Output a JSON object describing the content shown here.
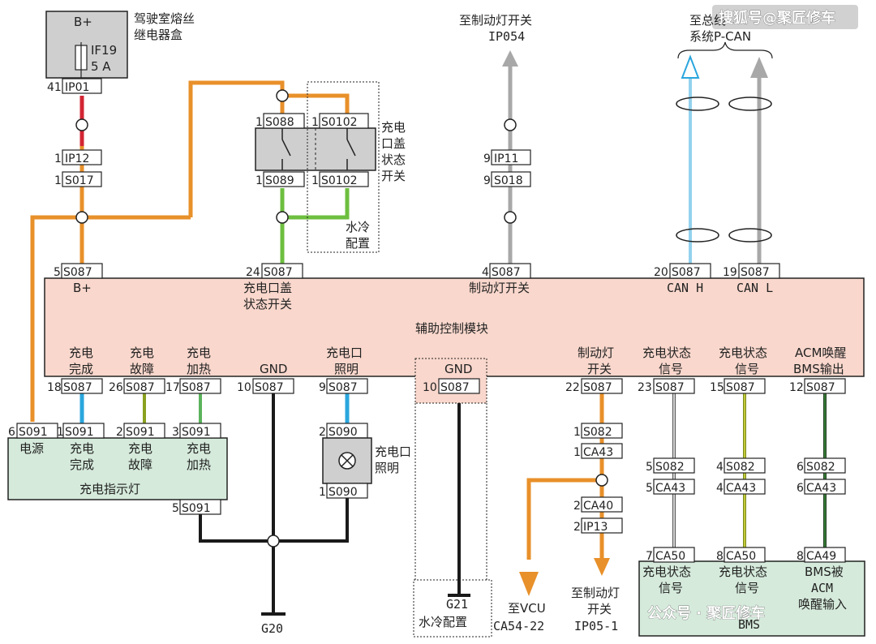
{
  "watermark_top": "搜狐号@聚匠修车",
  "watermark_bottom": "公众号 · 聚匠修车",
  "fuse_box": {
    "power": "B+",
    "fuse": "IF19",
    "rating": "5 A",
    "label1": "驾驶室熔丝",
    "label2": "继电器盒"
  },
  "top_labels": {
    "brake_line1": "至制动灯开关",
    "brake_line2": "IP054",
    "can_line1": "至总线",
    "can_line2": "系统P-CAN"
  },
  "switch": {
    "label": [
      "充电",
      "口盖",
      "状态",
      "开关"
    ],
    "water_cool": [
      "水冷",
      "配置"
    ]
  },
  "module": {
    "title": "辅助控制模块",
    "top_pins": {
      "bplus": "B+",
      "lid1": "充电口盖",
      "lid2": "状态开关",
      "brake": "制动灯开关",
      "canh": "CAN H",
      "canl": "CAN L"
    },
    "bottom_pins": {
      "complete": [
        "充电",
        "完成"
      ],
      "fault": [
        "充电",
        "故障"
      ],
      "heat": [
        "充电",
        "加热"
      ],
      "gnd1": "GND",
      "light": [
        "充电口",
        "照明"
      ],
      "gnd2": "GND",
      "brake": [
        "制动灯",
        "开关"
      ],
      "state1": [
        "充电状态",
        "信号"
      ],
      "state2": [
        "充电状态",
        "信号"
      ],
      "acm": [
        "ACM唤醒",
        "BMS输出"
      ]
    }
  },
  "connectors": {
    "p41": "41",
    "IP01": "IP01",
    "p1a": "1",
    "IP12": "IP12",
    "p1b": "1",
    "S017": "S017",
    "p1c": "1",
    "S088a": "S088",
    "p1d": "1",
    "S0102a": "S0102",
    "p1e": "1",
    "S089": "S089",
    "p1f": "1",
    "S0102b": "S0102",
    "p9a": "9",
    "IP11": "IP11",
    "p9b": "9",
    "S018": "S018",
    "p5": "5",
    "p24": "24",
    "p4": "4",
    "p20": "20",
    "p19": "19",
    "S087": "S087",
    "p18": "18",
    "p26": "26",
    "p17": "17",
    "p10a": "10",
    "p9c": "9",
    "p10b": "10",
    "p22": "22",
    "p23": "23",
    "p15": "15",
    "p12": "12",
    "p6": "6",
    "S091": "S091",
    "p1g": "1",
    "p2a": "2",
    "p3": "3",
    "p2b": "2",
    "S090": "S090",
    "p1h": "1",
    "p5b": "5",
    "p1i": "1",
    "S082": "S082",
    "p1j": "1",
    "CA43": "CA43",
    "p2c": "2",
    "CA40": "CA40",
    "p2d": "2",
    "IP13": "IP13",
    "p5c": "5",
    "p4b": "4",
    "p6b": "6",
    "p5d": "5",
    "p4c": "4",
    "p6c": "6",
    "p7": "7",
    "CA50": "CA50",
    "p8": "8",
    "p8b": "8",
    "CA49": "CA49"
  },
  "indicator": {
    "title": "充电指示灯",
    "power": "电源",
    "complete": [
      "充电",
      "完成"
    ],
    "fault": [
      "充电",
      "故障"
    ],
    "heat": [
      "充电",
      "加热"
    ]
  },
  "lamp": [
    "充电口",
    "照明"
  ],
  "grounds": {
    "g20": "G20",
    "g21": "G21",
    "water_cool": "水冷配置"
  },
  "bottom_labels": {
    "vcu1": "至VCU",
    "vcu2": "CA54-22",
    "brake1": "至制动灯",
    "brake2": "开关",
    "brake3": "IP05-1"
  },
  "bms": {
    "state1": [
      "充电状态",
      "信号"
    ],
    "state2": [
      "充电状态",
      "信号"
    ],
    "wake": [
      "BMS被",
      "ACM",
      "唤醒输入"
    ],
    "title": "BMS"
  },
  "colors": {
    "module_fill": "#f9d7cc",
    "indicator_fill": "#d5eadb",
    "fuse_fill": "#cfcfcf",
    "wire_orange": "#e8902a",
    "wire_red": "#d32533",
    "wire_green": "#6dbf3f",
    "wire_gray": "#a8a8a8",
    "wire_blue": "#2aa6dd",
    "wire_yellow": "#c9cc2a",
    "wire_darkgreen": "#2f6b2f",
    "wire_black": "#1a1a1a"
  }
}
